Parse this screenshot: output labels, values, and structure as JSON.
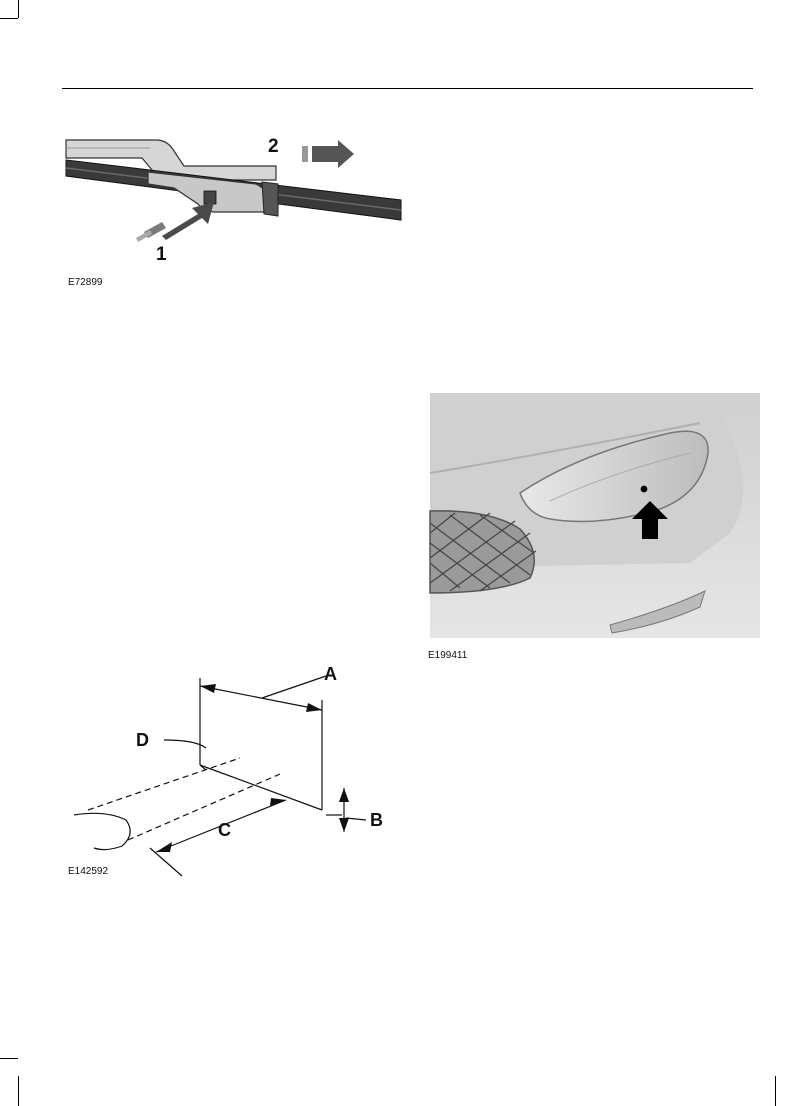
{
  "figures": {
    "wiper": {
      "code": "E72899",
      "callout_1": "1",
      "callout_2": "2"
    },
    "headlamp": {
      "code": "E199411"
    },
    "aiming": {
      "code": "E142592",
      "label_a": "A",
      "label_b": "B",
      "label_c": "C",
      "label_d": "D"
    }
  }
}
